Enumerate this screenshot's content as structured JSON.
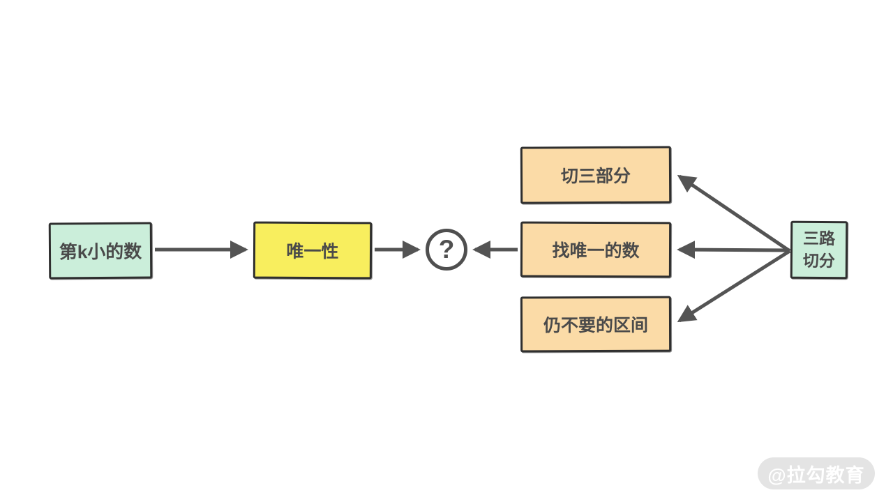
{
  "diagram": {
    "title_hint": "three-way-partition reasoning diagram",
    "nodes": {
      "kth_smallest": {
        "label": "第k小的数",
        "fill": "#cbeeda"
      },
      "uniqueness": {
        "label": "唯一性",
        "fill": "#f8ee5e"
      },
      "question": {
        "label": "?",
        "fill": "#ffffff"
      },
      "cut_three_parts": {
        "label": "切三部分",
        "fill": "#fbdba7"
      },
      "find_unique_number": {
        "label": "找唯一的数",
        "fill": "#fbdba7"
      },
      "discard_interval": {
        "label": "仍不要的区间",
        "fill": "#fbdba7"
      },
      "three_way_partition": {
        "label": "三路切分",
        "fill": "#cbeeda"
      }
    },
    "edges": [
      {
        "from": "kth_smallest",
        "to": "uniqueness"
      },
      {
        "from": "uniqueness",
        "to": "question"
      },
      {
        "from": "find_unique_number",
        "to": "question"
      },
      {
        "from": "three_way_partition",
        "to": "cut_three_parts"
      },
      {
        "from": "three_way_partition",
        "to": "find_unique_number"
      },
      {
        "from": "three_way_partition",
        "to": "discard_interval"
      }
    ],
    "colors": {
      "background": "#ffffff",
      "mint": "#cbeeda",
      "yellow": "#f8ee5e",
      "peach": "#fbdba7",
      "node_border": "#2f2f2f",
      "node_text": "#4a4a4a",
      "arrow": "#545454",
      "watermark_bg": "#e4e4e4",
      "watermark_text": "#ffffff"
    },
    "watermark": {
      "label": "@拉勾教育"
    }
  }
}
